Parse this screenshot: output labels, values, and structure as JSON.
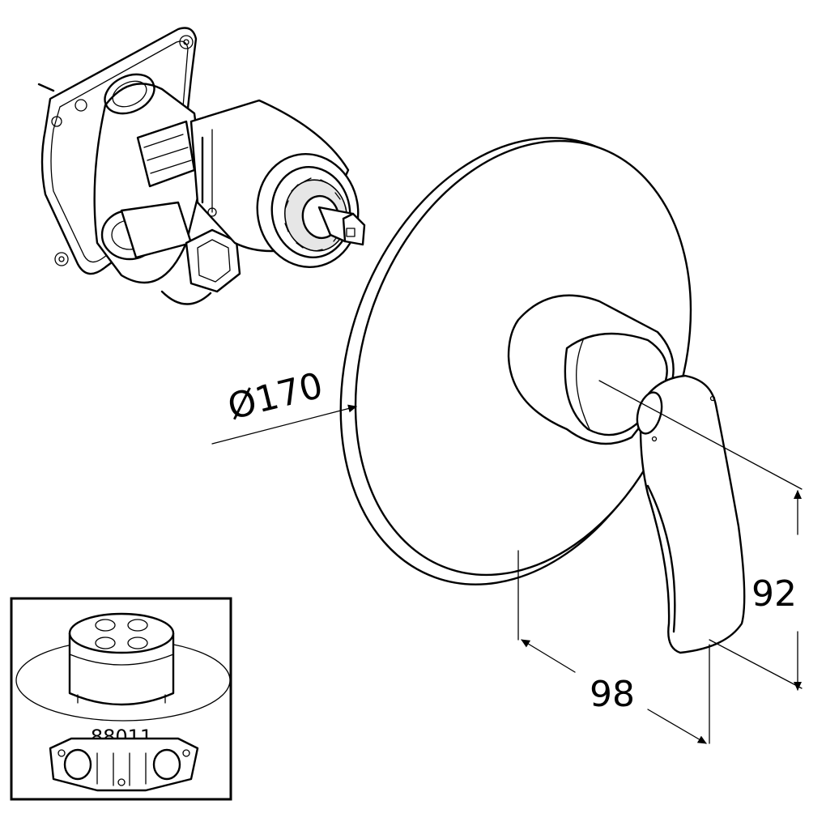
{
  "dimensions": {
    "diameter": "Ø170",
    "height": "92",
    "depth": "98"
  },
  "inset": {
    "part_number": "88011"
  },
  "icons": [
    "mixer-valve-body",
    "trim-plate-with-lever",
    "thermostatic-cartridge-inset"
  ]
}
